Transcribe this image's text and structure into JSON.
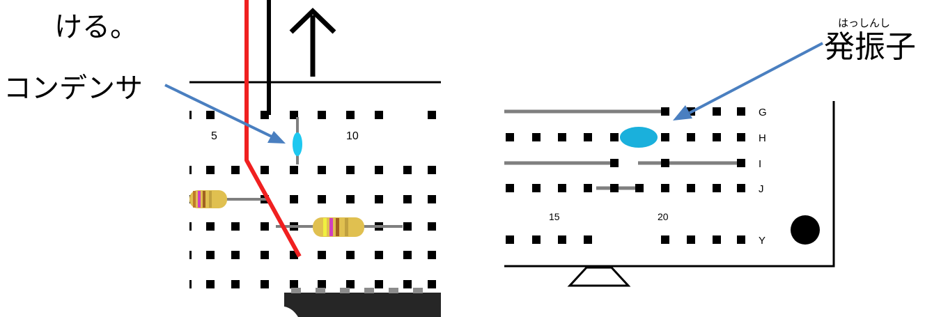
{
  "top_text": "ける。",
  "capacitor_label": "コンデンサ",
  "oscillator_label": "発振子",
  "oscillator_ruby": "はっしんし",
  "left_board": {
    "col_5": "5",
    "col_10": "10"
  },
  "right_board": {
    "rows": [
      "G",
      "H",
      "I",
      "J",
      "Y"
    ],
    "col_15": "15",
    "col_20": "20"
  },
  "colors": {
    "wire_red": "#f02020",
    "wire_gray": "#7f7f7f",
    "capacitor": "#1ec8f0",
    "oscillator": "#1ab0dc",
    "resistor_body": "#e0c050",
    "arrow": "#4a7fc0",
    "ic": "#262626"
  }
}
